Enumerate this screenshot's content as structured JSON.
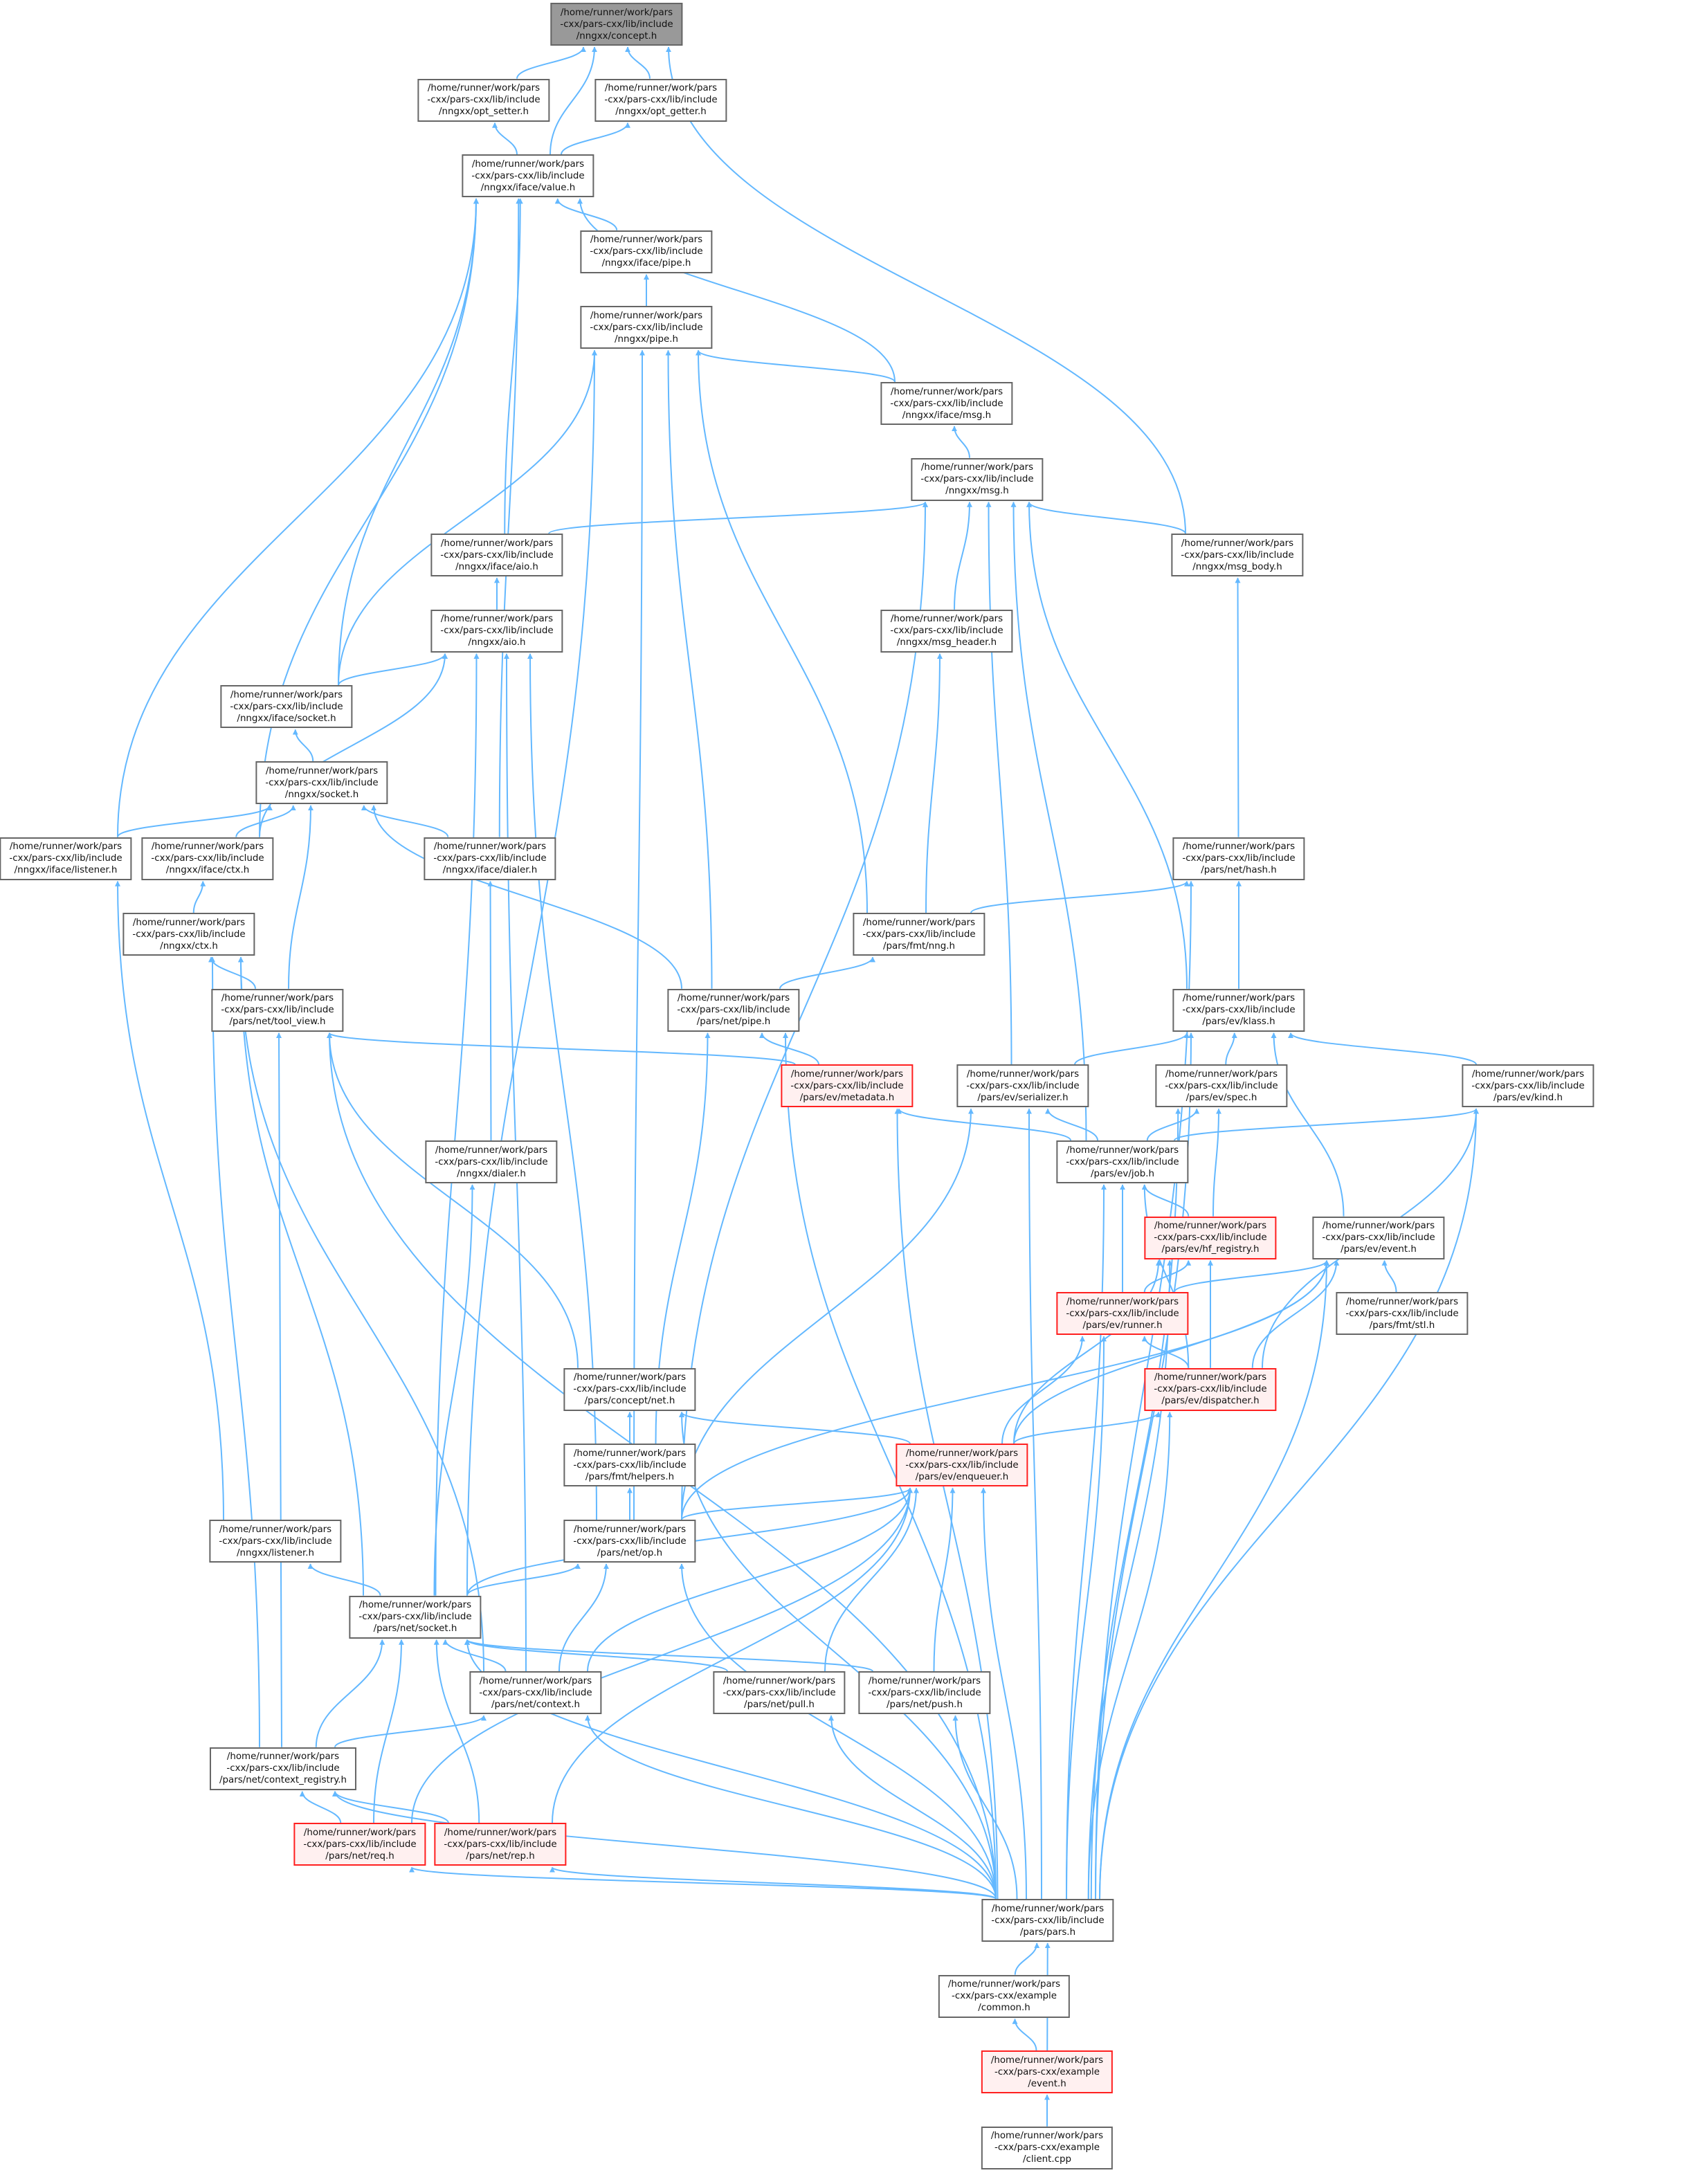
{
  "graph": {
    "colors": {
      "edge": "#63b8ff",
      "border": "#666666",
      "root_fill": "#999999",
      "incomplete_border": "#ff2020",
      "incomplete_fill": "#fff0f0"
    },
    "nodes": [
      {
        "id": "concept",
        "style": "root",
        "lines": [
          "/home/runner/work/pars",
          "-cxx/pars-cxx/lib/include",
          "/nngxx/concept.h"
        ]
      },
      {
        "id": "opt_setter",
        "style": "normal",
        "lines": [
          "/home/runner/work/pars",
          "-cxx/pars-cxx/lib/include",
          "/nngxx/opt_setter.h"
        ]
      },
      {
        "id": "opt_getter",
        "style": "normal",
        "lines": [
          "/home/runner/work/pars",
          "-cxx/pars-cxx/lib/include",
          "/nngxx/opt_getter.h"
        ]
      },
      {
        "id": "iface_value",
        "style": "normal",
        "lines": [
          "/home/runner/work/pars",
          "-cxx/pars-cxx/lib/include",
          "/nngxx/iface/value.h"
        ]
      },
      {
        "id": "iface_pipe",
        "style": "normal",
        "lines": [
          "/home/runner/work/pars",
          "-cxx/pars-cxx/lib/include",
          "/nngxx/iface/pipe.h"
        ]
      },
      {
        "id": "nngxx_pipe",
        "style": "normal",
        "lines": [
          "/home/runner/work/pars",
          "-cxx/pars-cxx/lib/include",
          "/nngxx/pipe.h"
        ]
      },
      {
        "id": "iface_msg",
        "style": "normal",
        "lines": [
          "/home/runner/work/pars",
          "-cxx/pars-cxx/lib/include",
          "/nngxx/iface/msg.h"
        ]
      },
      {
        "id": "nngxx_msg",
        "style": "normal",
        "lines": [
          "/home/runner/work/pars",
          "-cxx/pars-cxx/lib/include",
          "/nngxx/msg.h"
        ]
      },
      {
        "id": "iface_aio",
        "style": "normal",
        "lines": [
          "/home/runner/work/pars",
          "-cxx/pars-cxx/lib/include",
          "/nngxx/iface/aio.h"
        ]
      },
      {
        "id": "msg_body",
        "style": "normal",
        "lines": [
          "/home/runner/work/pars",
          "-cxx/pars-cxx/lib/include",
          "/nngxx/msg_body.h"
        ]
      },
      {
        "id": "msg_header",
        "style": "normal",
        "lines": [
          "/home/runner/work/pars",
          "-cxx/pars-cxx/lib/include",
          "/nngxx/msg_header.h"
        ]
      },
      {
        "id": "nngxx_aio",
        "style": "normal",
        "lines": [
          "/home/runner/work/pars",
          "-cxx/pars-cxx/lib/include",
          "/nngxx/aio.h"
        ]
      },
      {
        "id": "iface_socket",
        "style": "normal",
        "lines": [
          "/home/runner/work/pars",
          "-cxx/pars-cxx/lib/include",
          "/nngxx/iface/socket.h"
        ]
      },
      {
        "id": "nngxx_socket",
        "style": "normal",
        "lines": [
          "/home/runner/work/pars",
          "-cxx/pars-cxx/lib/include",
          "/nngxx/socket.h"
        ]
      },
      {
        "id": "iface_listener",
        "style": "normal",
        "lines": [
          "/home/runner/work/pars",
          "-cxx/pars-cxx/lib/include",
          "/nngxx/iface/listener.h"
        ]
      },
      {
        "id": "iface_ctx",
        "style": "normal",
        "lines": [
          "/home/runner/work/pars",
          "-cxx/pars-cxx/lib/include",
          "/nngxx/iface/ctx.h"
        ]
      },
      {
        "id": "iface_dialer",
        "style": "normal",
        "lines": [
          "/home/runner/work/pars",
          "-cxx/pars-cxx/lib/include",
          "/nngxx/iface/dialer.h"
        ]
      },
      {
        "id": "net_hash",
        "style": "normal",
        "lines": [
          "/home/runner/work/pars",
          "-cxx/pars-cxx/lib/include",
          "/pars/net/hash.h"
        ]
      },
      {
        "id": "fmt_nng",
        "style": "normal",
        "lines": [
          "/home/runner/work/pars",
          "-cxx/pars-cxx/lib/include",
          "/pars/fmt/nng.h"
        ]
      },
      {
        "id": "nngxx_ctx",
        "style": "normal",
        "lines": [
          "/home/runner/work/pars",
          "-cxx/pars-cxx/lib/include",
          "/nngxx/ctx.h"
        ]
      },
      {
        "id": "tool_view",
        "style": "normal",
        "lines": [
          "/home/runner/work/pars",
          "-cxx/pars-cxx/lib/include",
          "/pars/net/tool_view.h"
        ]
      },
      {
        "id": "net_pipe",
        "style": "normal",
        "lines": [
          "/home/runner/work/pars",
          "-cxx/pars-cxx/lib/include",
          "/pars/net/pipe.h"
        ]
      },
      {
        "id": "klass",
        "style": "normal",
        "lines": [
          "/home/runner/work/pars",
          "-cxx/pars-cxx/lib/include",
          "/pars/ev/klass.h"
        ]
      },
      {
        "id": "metadata",
        "style": "incomplete",
        "lines": [
          "/home/runner/work/pars",
          "-cxx/pars-cxx/lib/include",
          "/pars/ev/metadata.h"
        ]
      },
      {
        "id": "serializer",
        "style": "normal",
        "lines": [
          "/home/runner/work/pars",
          "-cxx/pars-cxx/lib/include",
          "/pars/ev/serializer.h"
        ]
      },
      {
        "id": "spec",
        "style": "normal",
        "lines": [
          "/home/runner/work/pars",
          "-cxx/pars-cxx/lib/include",
          "/pars/ev/spec.h"
        ]
      },
      {
        "id": "kind",
        "style": "normal",
        "lines": [
          "/home/runner/work/pars",
          "-cxx/pars-cxx/lib/include",
          "/pars/ev/kind.h"
        ]
      },
      {
        "id": "nngxx_dialer",
        "style": "normal",
        "lines": [
          "/home/runner/work/pars",
          "-cxx/pars-cxx/lib/include",
          "/nngxx/dialer.h"
        ]
      },
      {
        "id": "job",
        "style": "normal",
        "lines": [
          "/home/runner/work/pars",
          "-cxx/pars-cxx/lib/include",
          "/pars/ev/job.h"
        ]
      },
      {
        "id": "hf_registry",
        "style": "incomplete",
        "lines": [
          "/home/runner/work/pars",
          "-cxx/pars-cxx/lib/include",
          "/pars/ev/hf_registry.h"
        ]
      },
      {
        "id": "ev_event",
        "style": "normal",
        "lines": [
          "/home/runner/work/pars",
          "-cxx/pars-cxx/lib/include",
          "/pars/ev/event.h"
        ]
      },
      {
        "id": "runner",
        "style": "incomplete",
        "lines": [
          "/home/runner/work/pars",
          "-cxx/pars-cxx/lib/include",
          "/pars/ev/runner.h"
        ]
      },
      {
        "id": "fmt_stl",
        "style": "normal",
        "lines": [
          "/home/runner/work/pars",
          "-cxx/pars-cxx/lib/include",
          "/pars/fmt/stl.h"
        ]
      },
      {
        "id": "concept_net",
        "style": "normal",
        "lines": [
          "/home/runner/work/pars",
          "-cxx/pars-cxx/lib/include",
          "/pars/concept/net.h"
        ]
      },
      {
        "id": "dispatcher",
        "style": "incomplete",
        "lines": [
          "/home/runner/work/pars",
          "-cxx/pars-cxx/lib/include",
          "/pars/ev/dispatcher.h"
        ]
      },
      {
        "id": "enqueuer",
        "style": "incomplete",
        "lines": [
          "/home/runner/work/pars",
          "-cxx/pars-cxx/lib/include",
          "/pars/ev/enqueuer.h"
        ]
      },
      {
        "id": "fmt_helpers",
        "style": "normal",
        "lines": [
          "/home/runner/work/pars",
          "-cxx/pars-cxx/lib/include",
          "/pars/fmt/helpers.h"
        ]
      },
      {
        "id": "nngxx_listener",
        "style": "normal",
        "lines": [
          "/home/runner/work/pars",
          "-cxx/pars-cxx/lib/include",
          "/nngxx/listener.h"
        ]
      },
      {
        "id": "net_op",
        "style": "normal",
        "lines": [
          "/home/runner/work/pars",
          "-cxx/pars-cxx/lib/include",
          "/pars/net/op.h"
        ]
      },
      {
        "id": "net_socket",
        "style": "normal",
        "lines": [
          "/home/runner/work/pars",
          "-cxx/pars-cxx/lib/include",
          "/pars/net/socket.h"
        ]
      },
      {
        "id": "net_context",
        "style": "normal",
        "lines": [
          "/home/runner/work/pars",
          "-cxx/pars-cxx/lib/include",
          "/pars/net/context.h"
        ]
      },
      {
        "id": "net_pull",
        "style": "normal",
        "lines": [
          "/home/runner/work/pars",
          "-cxx/pars-cxx/lib/include",
          "/pars/net/pull.h"
        ]
      },
      {
        "id": "net_push",
        "style": "normal",
        "lines": [
          "/home/runner/work/pars",
          "-cxx/pars-cxx/lib/include",
          "/pars/net/push.h"
        ]
      },
      {
        "id": "context_registry",
        "style": "normal",
        "lines": [
          "/home/runner/work/pars",
          "-cxx/pars-cxx/lib/include",
          "/pars/net/context_registry.h"
        ]
      },
      {
        "id": "net_req",
        "style": "incomplete",
        "lines": [
          "/home/runner/work/pars",
          "-cxx/pars-cxx/lib/include",
          "/pars/net/req.h"
        ]
      },
      {
        "id": "net_rep",
        "style": "incomplete",
        "lines": [
          "/home/runner/work/pars",
          "-cxx/pars-cxx/lib/include",
          "/pars/net/rep.h"
        ]
      },
      {
        "id": "pars",
        "style": "normal",
        "lines": [
          "/home/runner/work/pars",
          "-cxx/pars-cxx/lib/include",
          "/pars/pars.h"
        ]
      },
      {
        "id": "ex_common",
        "style": "normal",
        "lines": [
          "/home/runner/work/pars",
          "-cxx/pars-cxx/example",
          "/common.h"
        ]
      },
      {
        "id": "ex_event",
        "style": "incomplete",
        "lines": [
          "/home/runner/work/pars",
          "-cxx/pars-cxx/example",
          "/event.h"
        ]
      },
      {
        "id": "ex_client",
        "style": "normal",
        "lines": [
          "/home/runner/work/pars",
          "-cxx/pars-cxx/example",
          "/client.cpp"
        ]
      }
    ],
    "edges": [
      [
        "opt_setter",
        "concept"
      ],
      [
        "opt_getter",
        "concept"
      ],
      [
        "iface_value",
        "concept"
      ],
      [
        "msg_body",
        "concept"
      ],
      [
        "iface_value",
        "opt_setter"
      ],
      [
        "iface_value",
        "opt_getter"
      ],
      [
        "iface_pipe",
        "iface_value"
      ],
      [
        "iface_listener",
        "iface_value"
      ],
      [
        "iface_ctx",
        "iface_value"
      ],
      [
        "iface_socket",
        "iface_value"
      ],
      [
        "iface_aio",
        "iface_value"
      ],
      [
        "iface_dialer",
        "iface_value"
      ],
      [
        "iface_msg",
        "iface_value"
      ],
      [
        "nngxx_pipe",
        "iface_pipe"
      ],
      [
        "iface_msg",
        "nngxx_pipe"
      ],
      [
        "iface_socket",
        "nngxx_pipe"
      ],
      [
        "net_socket",
        "nngxx_pipe"
      ],
      [
        "net_op",
        "nngxx_pipe"
      ],
      [
        "net_pipe",
        "nngxx_pipe"
      ],
      [
        "fmt_nng",
        "nngxx_pipe"
      ],
      [
        "nngxx_msg",
        "iface_msg"
      ],
      [
        "iface_aio",
        "nngxx_msg"
      ],
      [
        "msg_body",
        "nngxx_msg"
      ],
      [
        "msg_header",
        "nngxx_msg"
      ],
      [
        "serializer",
        "nngxx_msg"
      ],
      [
        "job",
        "nngxx_msg"
      ],
      [
        "klass",
        "nngxx_msg"
      ],
      [
        "net_op",
        "nngxx_msg"
      ],
      [
        "nngxx_aio",
        "iface_aio"
      ],
      [
        "iface_socket",
        "nngxx_aio"
      ],
      [
        "iface_ctx",
        "nngxx_aio"
      ],
      [
        "net_socket",
        "nngxx_aio"
      ],
      [
        "net_context",
        "nngxx_aio"
      ],
      [
        "net_op",
        "nngxx_aio"
      ],
      [
        "nngxx_socket",
        "iface_socket"
      ],
      [
        "iface_listener",
        "nngxx_socket"
      ],
      [
        "iface_ctx",
        "nngxx_socket"
      ],
      [
        "iface_dialer",
        "nngxx_socket"
      ],
      [
        "tool_view",
        "nngxx_socket"
      ],
      [
        "net_pipe",
        "nngxx_socket"
      ],
      [
        "nngxx_ctx",
        "iface_ctx"
      ],
      [
        "tool_view",
        "nngxx_ctx"
      ],
      [
        "net_socket",
        "nngxx_ctx"
      ],
      [
        "context_registry",
        "nngxx_ctx"
      ],
      [
        "net_context",
        "nngxx_ctx"
      ],
      [
        "nngxx_dialer",
        "iface_dialer"
      ],
      [
        "nngxx_listener",
        "iface_listener"
      ],
      [
        "net_hash",
        "msg_body"
      ],
      [
        "fmt_nng",
        "msg_header"
      ],
      [
        "fmt_nng",
        "net_hash"
      ],
      [
        "klass",
        "net_hash"
      ],
      [
        "pars",
        "net_hash"
      ],
      [
        "net_pipe",
        "fmt_nng"
      ],
      [
        "metadata",
        "tool_view"
      ],
      [
        "concept_net",
        "tool_view"
      ],
      [
        "context_registry",
        "tool_view"
      ],
      [
        "pars",
        "tool_view"
      ],
      [
        "metadata",
        "net_pipe"
      ],
      [
        "fmt_helpers",
        "net_pipe"
      ],
      [
        "pars",
        "net_pipe"
      ],
      [
        "serializer",
        "klass"
      ],
      [
        "spec",
        "klass"
      ],
      [
        "kind",
        "klass"
      ],
      [
        "ev_event",
        "klass"
      ],
      [
        "pars",
        "klass"
      ],
      [
        "job",
        "metadata"
      ],
      [
        "pars",
        "metadata"
      ],
      [
        "job",
        "serializer"
      ],
      [
        "net_op",
        "serializer"
      ],
      [
        "pars",
        "serializer"
      ],
      [
        "job",
        "spec"
      ],
      [
        "hf_registry",
        "spec"
      ],
      [
        "pars",
        "spec"
      ],
      [
        "job",
        "kind"
      ],
      [
        "dispatcher",
        "kind"
      ],
      [
        "pars",
        "kind"
      ],
      [
        "net_socket",
        "nngxx_dialer"
      ],
      [
        "hf_registry",
        "job"
      ],
      [
        "runner",
        "job"
      ],
      [
        "dispatcher",
        "job"
      ],
      [
        "pars",
        "job"
      ],
      [
        "runner",
        "hf_registry"
      ],
      [
        "dispatcher",
        "hf_registry"
      ],
      [
        "enqueuer",
        "hf_registry"
      ],
      [
        "pars",
        "hf_registry"
      ],
      [
        "runner",
        "ev_event"
      ],
      [
        "fmt_stl",
        "ev_event"
      ],
      [
        "dispatcher",
        "ev_event"
      ],
      [
        "enqueuer",
        "ev_event"
      ],
      [
        "net_op",
        "ev_event"
      ],
      [
        "pars",
        "ev_event"
      ],
      [
        "dispatcher",
        "runner"
      ],
      [
        "enqueuer",
        "runner"
      ],
      [
        "pars",
        "runner"
      ],
      [
        "enqueuer",
        "dispatcher"
      ],
      [
        "pars",
        "dispatcher"
      ],
      [
        "fmt_helpers",
        "concept_net"
      ],
      [
        "enqueuer",
        "concept_net"
      ],
      [
        "pars",
        "concept_net"
      ],
      [
        "net_op",
        "enqueuer"
      ],
      [
        "net_socket",
        "enqueuer"
      ],
      [
        "net_context",
        "enqueuer"
      ],
      [
        "net_pull",
        "enqueuer"
      ],
      [
        "net_push",
        "enqueuer"
      ],
      [
        "net_req",
        "enqueuer"
      ],
      [
        "net_rep",
        "enqueuer"
      ],
      [
        "pars",
        "enqueuer"
      ],
      [
        "net_op",
        "fmt_helpers"
      ],
      [
        "net_socket",
        "nngxx_listener"
      ],
      [
        "net_socket",
        "net_op"
      ],
      [
        "net_context",
        "net_op"
      ],
      [
        "pars",
        "net_op"
      ],
      [
        "net_context",
        "net_socket"
      ],
      [
        "net_pull",
        "net_socket"
      ],
      [
        "net_push",
        "net_socket"
      ],
      [
        "context_registry",
        "net_socket"
      ],
      [
        "net_req",
        "net_socket"
      ],
      [
        "net_rep",
        "net_socket"
      ],
      [
        "pars",
        "net_socket"
      ],
      [
        "context_registry",
        "net_context"
      ],
      [
        "pars",
        "net_context"
      ],
      [
        "pars",
        "net_pull"
      ],
      [
        "pars",
        "net_push"
      ],
      [
        "net_req",
        "context_registry"
      ],
      [
        "net_rep",
        "context_registry"
      ],
      [
        "pars",
        "context_registry"
      ],
      [
        "pars",
        "net_req"
      ],
      [
        "pars",
        "net_rep"
      ],
      [
        "ex_common",
        "pars"
      ],
      [
        "ex_event",
        "pars"
      ],
      [
        "ex_event",
        "ex_common"
      ],
      [
        "ex_client",
        "ex_event"
      ]
    ]
  }
}
